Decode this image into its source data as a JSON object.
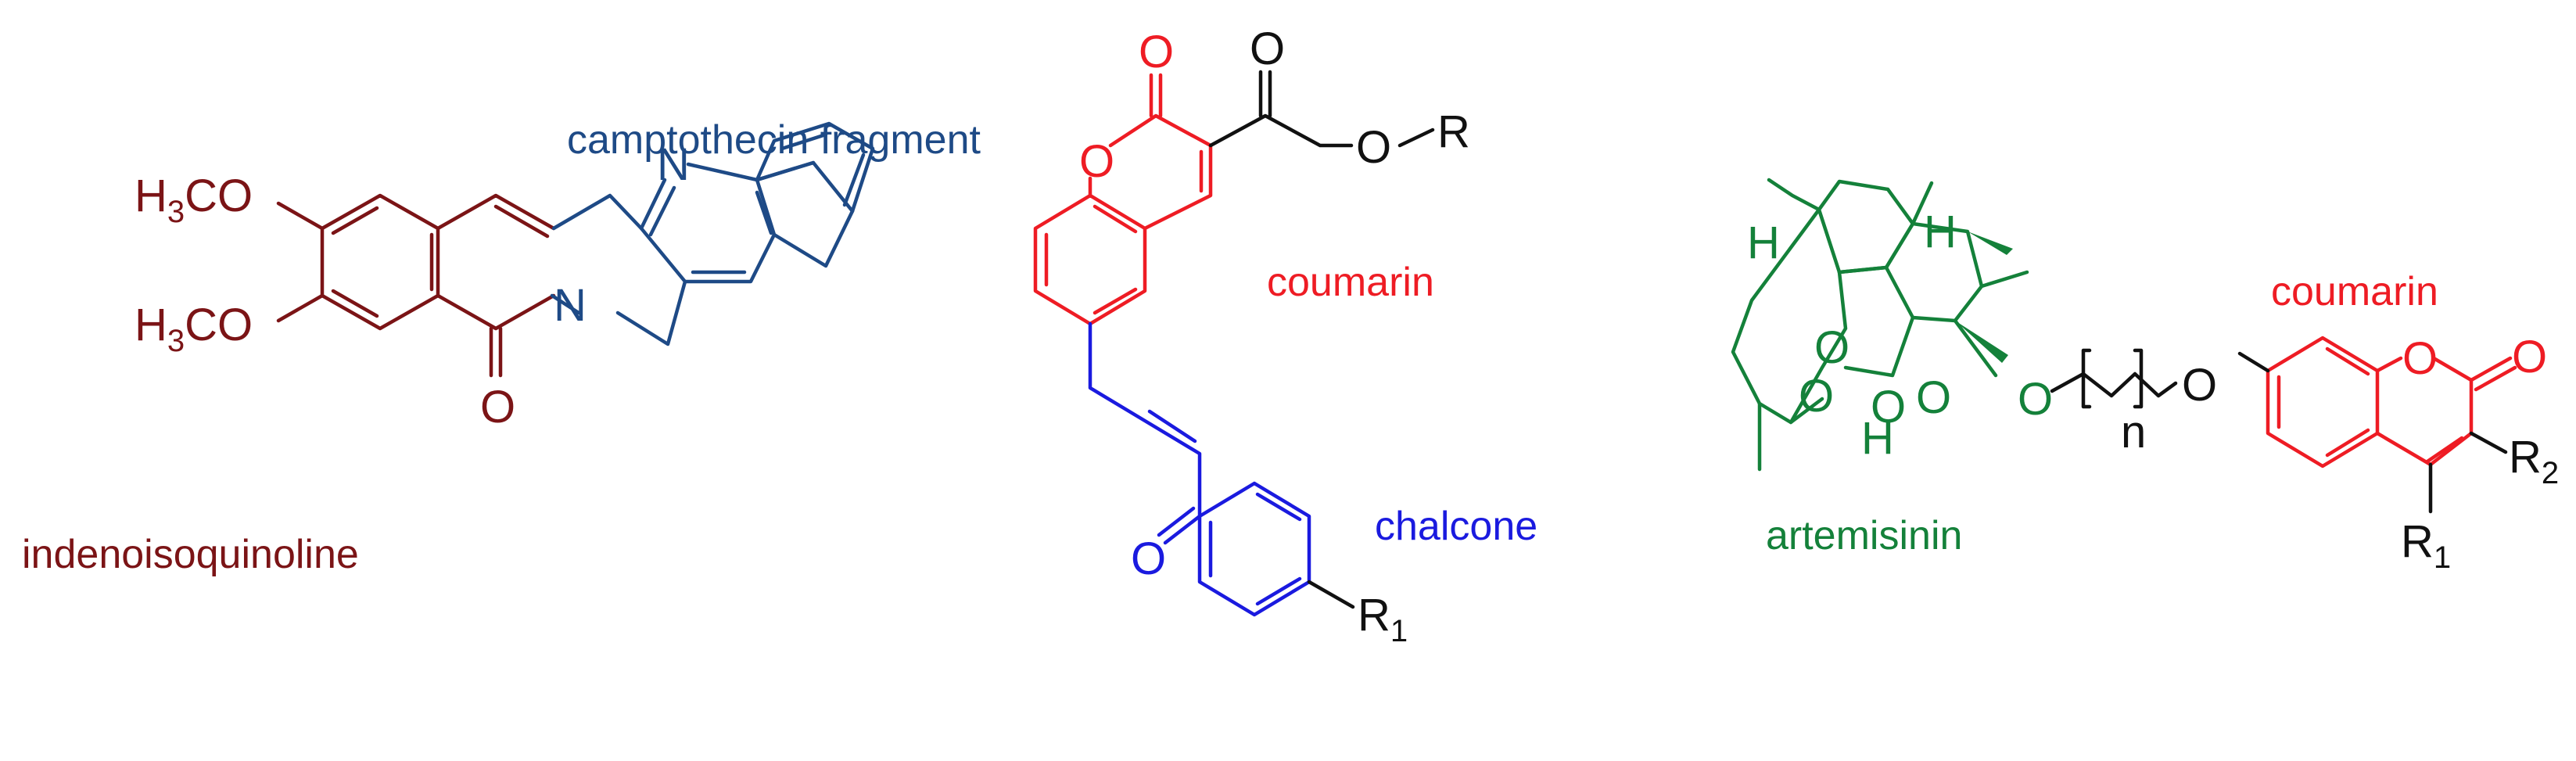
{
  "colors": {
    "indenoisoquinoline": "#7b1416",
    "camptothecin": "#1e4a86",
    "coumarin": "#ee1c24",
    "chalcone": "#1a1adf",
    "artemisinin": "#14813a",
    "linker": "#111111"
  },
  "structure1": {
    "label_indenoisoquinoline": "indenoisoquinoline",
    "label_camptothecin": "camptothecin fragment",
    "methoxy_prefix": "H",
    "methoxy_sub": "3",
    "methoxy_suffix": "CO",
    "atom_N": "N",
    "atom_O": "O"
  },
  "structure2": {
    "label_coumarin": "coumarin",
    "label_chalcone": "chalcone",
    "atom_O": "O",
    "atom_R": "R",
    "atom_R1_main": "R",
    "atom_R1_sub": "1"
  },
  "structure3": {
    "label_artemisinin": "artemisinin",
    "label_coumarin": "coumarin",
    "atom_O": "O",
    "atom_H": "H",
    "atom_n": "n",
    "atom_R": "R",
    "sub_1": "1",
    "sub_2": "2"
  }
}
